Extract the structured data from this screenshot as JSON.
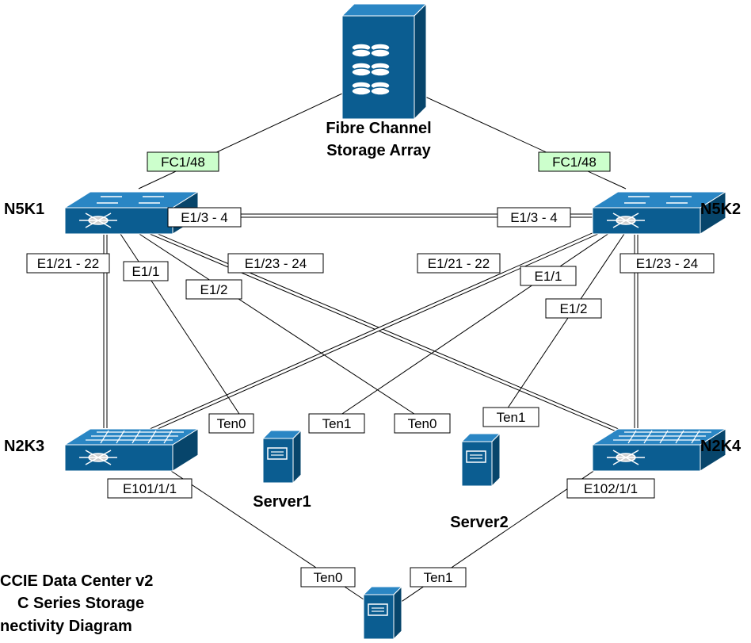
{
  "storage": {
    "title_line1": "Fibre Channel",
    "title_line2": "Storage Array"
  },
  "switches": {
    "n5k1": "N5K1",
    "n5k2": "N5K2",
    "n2k3": "N2K3",
    "n2k4": "N2K4"
  },
  "servers": {
    "server1": "Server1",
    "server2": "Server2",
    "server3": ""
  },
  "ports": {
    "fc_left": "FC1/48",
    "fc_right": "FC1/48",
    "n5k1_e13_4": "E1/3 - 4",
    "n5k2_e13_4": "E1/3 - 4",
    "n5k1_e121_22": "E1/21 - 22",
    "n5k1_e11": "E1/1",
    "n5k1_e12": "E1/2",
    "n5k1_e123_24": "E1/23 - 24",
    "n5k2_e121_22": "E1/21 - 22",
    "n5k2_e11": "E1/1",
    "n5k2_e12": "E1/2",
    "n5k2_e123_24": "E1/23 - 24",
    "s1_ten0": "Ten0",
    "s1_ten1": "Ten1",
    "s2_ten0": "Ten0",
    "s2_ten1": "Ten1",
    "n2k3_e101": "E101/1/1",
    "n2k4_e102": "E102/1/1",
    "s3_ten0": "Ten0",
    "s3_ten1": "Ten1"
  },
  "caption": {
    "line1": "CCIE Data Center v2",
    "line2": "C Series Storage",
    "line3": "nectivity Diagram"
  },
  "colors": {
    "device_blue": "#0b5d91",
    "device_dark": "#08486f",
    "fc_label_bg": "#ccffcc"
  }
}
